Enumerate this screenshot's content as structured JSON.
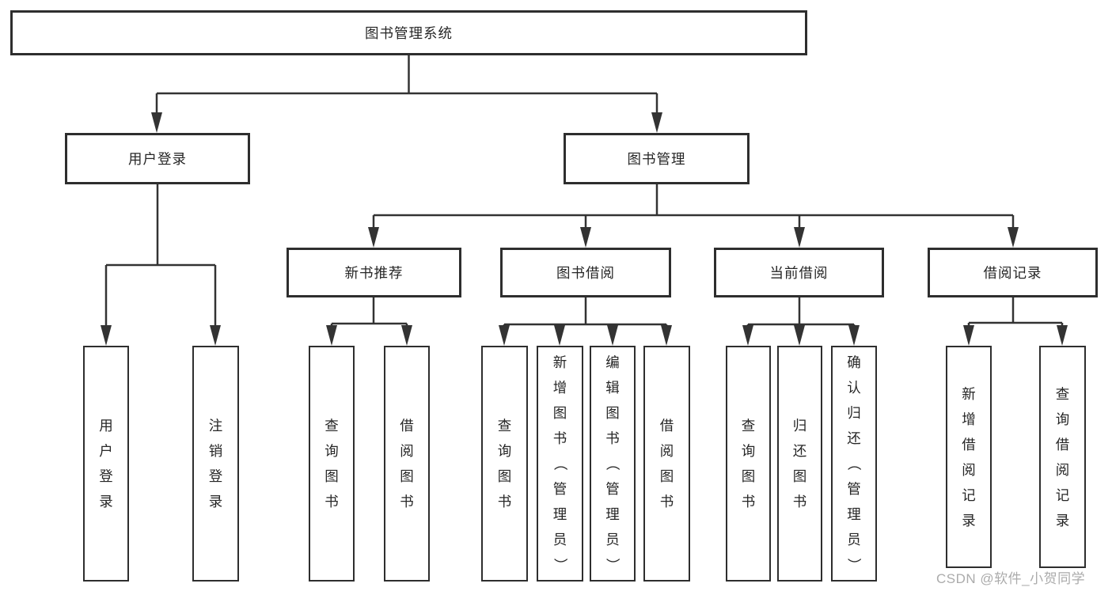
{
  "title": "图书管理系统",
  "watermark": "CSDN @软件_小贺同学",
  "colors": {
    "line": "#333333",
    "box_border": "#2e2e2e",
    "text": "#262626",
    "background": "#ffffff",
    "watermark": "#ababab"
  },
  "nodes": {
    "root": {
      "label": "图书管理系统"
    },
    "user_login": {
      "label": "用户登录"
    },
    "book_mgmt": {
      "label": "图书管理"
    },
    "new_book_rec": {
      "label": "新书推荐"
    },
    "book_borrow": {
      "label": "图书借阅"
    },
    "current_borrow": {
      "label": "当前借阅"
    },
    "borrow_records": {
      "label": "借阅记录"
    },
    "leaf_user_login": {
      "label": "用户登录"
    },
    "leaf_logout": {
      "label": "注销登录"
    },
    "leaf_query_books_1": {
      "label": "查询图书"
    },
    "leaf_borrow_books_1": {
      "label": "借阅图书"
    },
    "leaf_query_books_2": {
      "label": "查询图书"
    },
    "leaf_add_books": {
      "label": "新增图书（管理员）"
    },
    "leaf_edit_books": {
      "label": "编辑图书（管理员）"
    },
    "leaf_borrow_books_2": {
      "label": "借阅图书"
    },
    "leaf_query_books_3": {
      "label": "查询图书"
    },
    "leaf_return_books": {
      "label": "归还图书"
    },
    "leaf_confirm_return": {
      "label": "确认归还（管理员）"
    },
    "leaf_add_borrow_record": {
      "label": "新增借阅记录"
    },
    "leaf_query_borrow_record": {
      "label": "查询借阅记录"
    }
  },
  "edges": [
    [
      "root",
      "user_login"
    ],
    [
      "root",
      "book_mgmt"
    ],
    [
      "user_login",
      "leaf_user_login"
    ],
    [
      "user_login",
      "leaf_logout"
    ],
    [
      "book_mgmt",
      "new_book_rec"
    ],
    [
      "book_mgmt",
      "book_borrow"
    ],
    [
      "book_mgmt",
      "current_borrow"
    ],
    [
      "book_mgmt",
      "borrow_records"
    ],
    [
      "new_book_rec",
      "leaf_query_books_1"
    ],
    [
      "new_book_rec",
      "leaf_borrow_books_1"
    ],
    [
      "book_borrow",
      "leaf_query_books_2"
    ],
    [
      "book_borrow",
      "leaf_add_books"
    ],
    [
      "book_borrow",
      "leaf_edit_books"
    ],
    [
      "book_borrow",
      "leaf_borrow_books_2"
    ],
    [
      "current_borrow",
      "leaf_query_books_3"
    ],
    [
      "current_borrow",
      "leaf_return_books"
    ],
    [
      "current_borrow",
      "leaf_confirm_return"
    ],
    [
      "borrow_records",
      "leaf_add_borrow_record"
    ],
    [
      "borrow_records",
      "leaf_query_borrow_record"
    ]
  ]
}
